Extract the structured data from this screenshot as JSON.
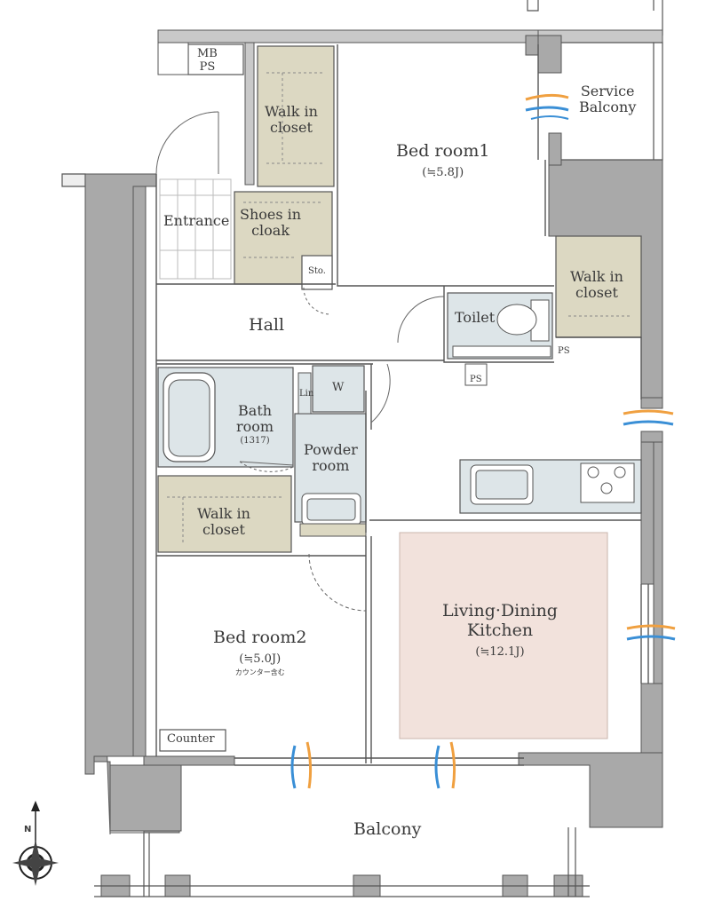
{
  "rooms": {
    "mb_ps": {
      "line1": "MB",
      "line2": "PS"
    },
    "walkin_top": {
      "line1": "Walk in",
      "line2": "closet"
    },
    "bedroom1": {
      "name": "Bed room1",
      "size": "(≒5.8J)"
    },
    "service_balcony": {
      "line1": "Service",
      "line2": "Balcony"
    },
    "entrance": {
      "name": "Entrance"
    },
    "shoes_cloak": {
      "line1": "Shoes in",
      "line2": "cloak"
    },
    "storage": {
      "name": "Sto."
    },
    "walkin_right": {
      "line1": "Walk in",
      "line2": "closet"
    },
    "toilet": {
      "name": "Toilet"
    },
    "hall": {
      "name": "Hall"
    },
    "ps_right": {
      "name": "PS"
    },
    "ps_center": {
      "name": "PS"
    },
    "lin": {
      "name": "Lin"
    },
    "w": {
      "name": "W"
    },
    "bathroom": {
      "line1": "Bath",
      "line2": "room",
      "size": "(1317)"
    },
    "powder": {
      "line1": "Powder",
      "line2": "room"
    },
    "walkin_left": {
      "line1": "Walk in",
      "line2": "closet"
    },
    "ldk": {
      "line1": "Living·Dining",
      "line2": "Kitchen",
      "size": "(≒12.1J)"
    },
    "bedroom2": {
      "name": "Bed room2",
      "size": "(≒5.0J)",
      "note": "カウンター含む"
    },
    "counter": {
      "name": "Counter"
    },
    "balcony": {
      "name": "Balcony"
    }
  },
  "compass": {
    "north": "N"
  },
  "colors": {
    "wall": "#a9a9a9",
    "closet": "#dcd8c2",
    "wet": "#dde5e8",
    "ldk": "#f2e2dc",
    "line": "#555555",
    "wind_blue": "#3a8fd6",
    "wind_orange": "#f0a040"
  }
}
